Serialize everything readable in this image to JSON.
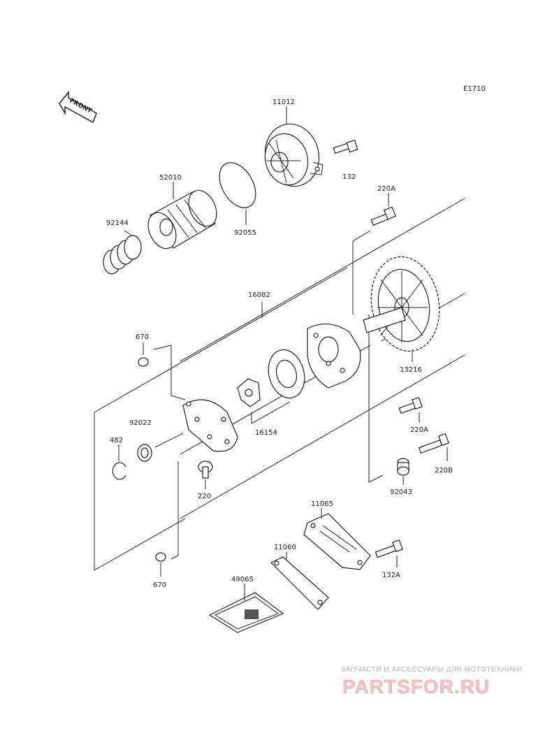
{
  "diagram_code": "E1710",
  "front_label": "FRONT",
  "parts": {
    "p11012": "11012",
    "p132": "132",
    "p220A_top": "220A",
    "p52010": "52010",
    "p92144": "92144",
    "p92055": "92055",
    "p16082": "16082",
    "p670_top": "670",
    "p13216": "13216",
    "p92022": "92022",
    "p482": "482",
    "p16154": "16154",
    "p220A_mid": "220A",
    "p220B": "220B",
    "p220": "220",
    "p92043": "92043",
    "p11065": "11065",
    "p11060": "11060",
    "p132A": "132A",
    "p49065": "49065",
    "p670_bottom": "670"
  },
  "watermark": {
    "line1": "ЗАПЧАСТИ И АКСЕССУАРЫ ДЛЯ МОТОТЕХНИКИ",
    "line2": "PARTSFOR.RU"
  }
}
